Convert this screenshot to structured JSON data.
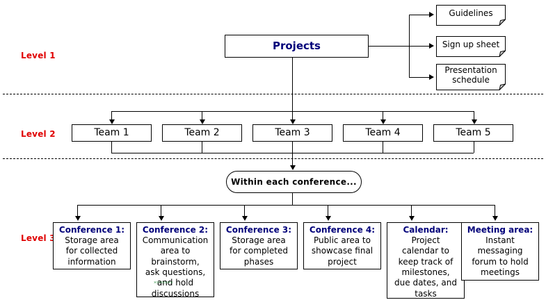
{
  "diagram": {
    "title_box": {
      "label": "Projects"
    },
    "levels": [
      {
        "id": "level-1",
        "label": "Level 1"
      },
      {
        "id": "level-2",
        "label": "Level 2"
      },
      {
        "id": "level-3",
        "label": "Level 3"
      }
    ],
    "documents": [
      {
        "label": "Guidelines"
      },
      {
        "label": "Sign up sheet"
      },
      {
        "label": "Presentation\nschedule"
      }
    ],
    "teams": [
      {
        "label": "Team 1"
      },
      {
        "label": "Team 2"
      },
      {
        "label": "Team 3"
      },
      {
        "label": "Team 4"
      },
      {
        "label": "Team 5"
      }
    ],
    "conference_note": {
      "label": "Within each conference..."
    },
    "areas": [
      {
        "title": "Conference 1:",
        "body": "Storage area\nfor collected\ninformation"
      },
      {
        "title": "Conference 2:",
        "body": "Communication\narea to\nbrainstorm,\nask questions,\nand hold\ndiscussions"
      },
      {
        "title": "Conference 3:",
        "body": "Storage area\nfor completed\nphases"
      },
      {
        "title": "Conference 4:",
        "body": "Public area to\nshowcase final\nproject"
      },
      {
        "title": "Calendar:",
        "body": "Project\ncalendar to\nkeep track of\nmilestones,\ndue dates, and\ntasks"
      },
      {
        "title": "Meeting area:",
        "body": "Instant\nmessaging\nforum to hold\nmeetings"
      }
    ],
    "colors": {
      "level_label": "#e00000",
      "heading": "#00007a",
      "body_text": "#000000",
      "line": "#000000",
      "spellcheck": "#0a7a23",
      "background": "#ffffff"
    }
  }
}
